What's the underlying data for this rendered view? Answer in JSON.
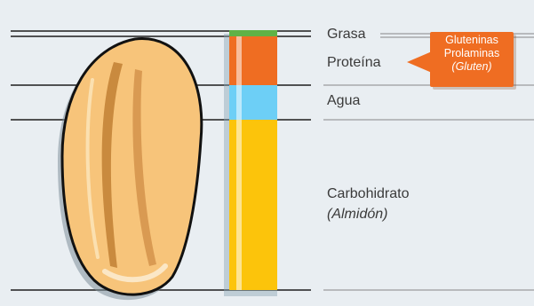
{
  "labels": {
    "fat": "Grasa",
    "protein": "Proteína",
    "water": "Agua",
    "carbohydrate": "Carbohidrato",
    "carbohydrate_sub": "(Almidón)"
  },
  "callout": {
    "line1": "Gluteninas",
    "line2": "Prolaminas",
    "line3": "(Gluten)"
  },
  "colors": {
    "background": "#e9eef2",
    "fat": "#5fb246",
    "protein": "#ef6d22",
    "water": "#6dcff6",
    "carbohydrate": "#fcc40b",
    "grain": "#f7c47a",
    "callout": "#ef6d22"
  }
}
